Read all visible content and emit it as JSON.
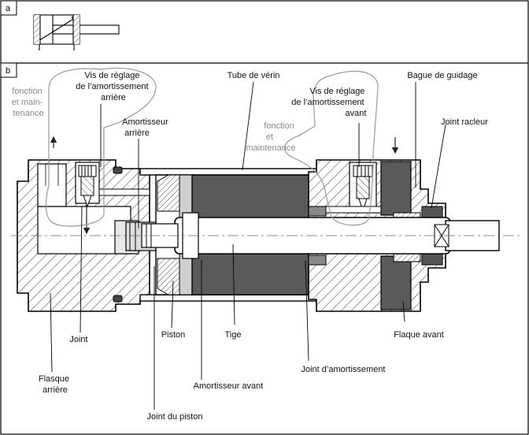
{
  "panels": {
    "a": "a",
    "b": "b"
  },
  "labels": {
    "vis_arriere": [
      "Vis de réglage",
      "de l’amortissement",
      "arrière"
    ],
    "fonction_gauche": [
      "fonction",
      "et main-",
      "tenance"
    ],
    "amortisseur_arriere": [
      "Amortisseur",
      "arrière"
    ],
    "tube": "Tube de vérin",
    "vis_avant": [
      "Vis de réglage",
      "de l’amortissement",
      "avant"
    ],
    "fonction_droite": [
      "fonction",
      "et",
      "maintenance"
    ],
    "bague": "Bague de guidage",
    "joint_racleur": "Joint racleur",
    "joint": "Joint",
    "piston": "Piston",
    "tige": "Tige",
    "flaque_avant": "Flaque avant",
    "joint_amortissement": "Joint d’amortissement",
    "flasque_arriere": [
      "Flasque",
      "arrière"
    ],
    "amortisseur_avant": "Amortisseur avant",
    "joint_piston": "Joint du piston"
  }
}
